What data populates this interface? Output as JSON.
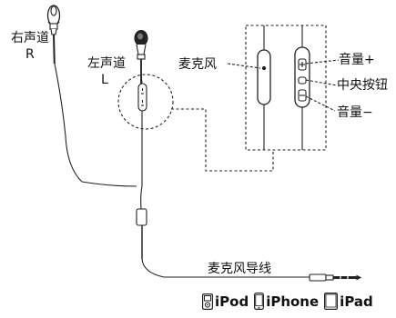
{
  "labels": {
    "right_channel": "右声道",
    "right_letter": "R",
    "left_channel": "左声道",
    "left_letter": "L",
    "microphone": "麦克风",
    "volume_up": "音量+",
    "center_button": "中央按钮",
    "volume_down": "音量−",
    "mic_cable": "麦克风导线"
  },
  "compatibility": {
    "ipod": "iPod",
    "iphone": "iPhone",
    "ipad": "iPad",
    "icons": [
      "ipod-icon",
      "iphone-icon",
      "ipad-icon"
    ]
  },
  "colors": {
    "line": "#222222",
    "background": "#ffffff"
  }
}
